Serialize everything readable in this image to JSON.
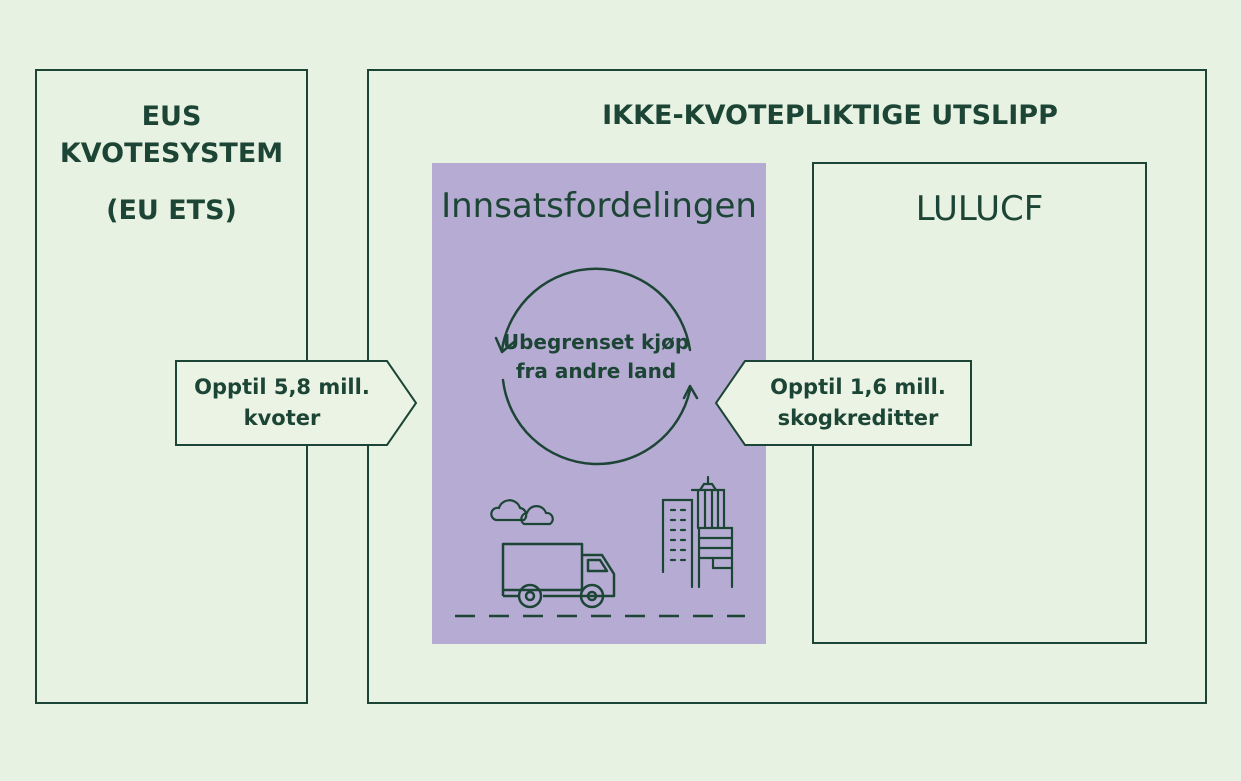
{
  "eu_ets": {
    "title": "EUS KVOTESYSTEM",
    "subtitle": "(EU ETS)"
  },
  "non_ets": {
    "title": "IKKE-KVOTEPLIKTIGE UTSLIPP"
  },
  "esr": {
    "title": "Innsatsfordelingen",
    "cycle_label": "Ubegrenset kjøp fra andre land"
  },
  "lulucf": {
    "title": "LULUCF"
  },
  "flows": {
    "from_ets": "Opptil 5,8 mill. kvoter",
    "from_lulucf": "Opptil 1,6 mill. skogkreditter"
  },
  "icons": [
    "cycle-arrows-icon",
    "cloud-icon",
    "truck-icon",
    "road-icon",
    "buildings-icon"
  ],
  "colors": {
    "background": "#e8f2e2",
    "outline": "#1d4536",
    "esr_fill": "#b6acd3",
    "label_fill": "#eaf3e4"
  }
}
